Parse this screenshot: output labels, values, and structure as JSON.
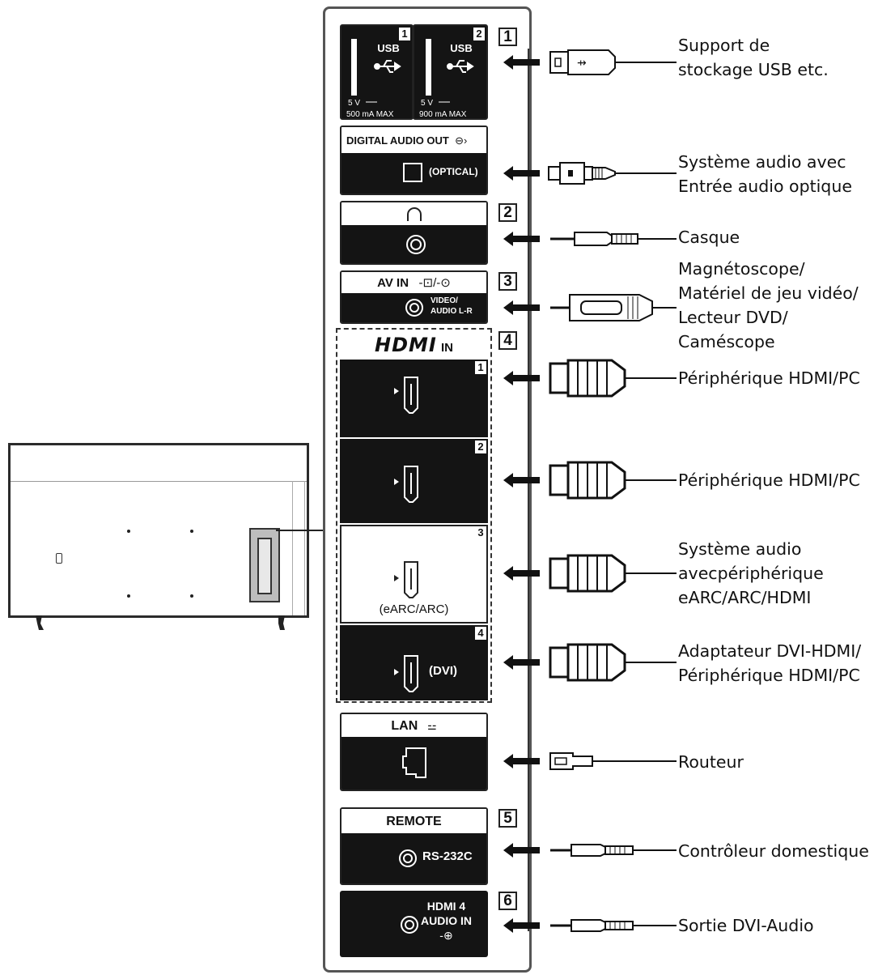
{
  "ports": {
    "usb1": {
      "title": "USB",
      "number": "1",
      "rating_v": "5 V",
      "rating_a": "500 mA MAX"
    },
    "usb2": {
      "title": "USB",
      "number": "2",
      "rating_v": "5 V",
      "rating_a": "900 mA MAX"
    },
    "digital_audio": {
      "title": "DIGITAL AUDIO OUT",
      "sub": "(OPTICAL)"
    },
    "av_in": {
      "title": "AV IN",
      "sub_line1": "VIDEO/",
      "sub_line2": "AUDIO L-R"
    },
    "hdmi_in": {
      "logo": "HDMI",
      "suffix": "IN"
    },
    "hdmi1": {
      "number": "1"
    },
    "hdmi2": {
      "number": "2"
    },
    "hdmi3": {
      "number": "3",
      "sub": "(eARC/ARC)"
    },
    "hdmi4": {
      "number": "4",
      "sub": "(DVI)"
    },
    "lan": {
      "title": "LAN"
    },
    "remote": {
      "title": "REMOTE",
      "sub": "RS-232C"
    },
    "hdmi4_audio": {
      "line1": "HDMI 4",
      "line2": "AUDIO IN"
    }
  },
  "callouts": [
    "1",
    "2",
    "3",
    "4",
    "5",
    "6"
  ],
  "labels": {
    "usb": [
      "Support de",
      "stockage USB etc."
    ],
    "optical": [
      "Système audio avec",
      "Entrée audio optique"
    ],
    "headphones": [
      "Casque"
    ],
    "av": [
      "Magnétoscope/",
      "Matériel de jeu vidéo/",
      "Lecteur DVD/",
      "Caméscope"
    ],
    "hdmi1": [
      "Périphérique HDMI/PC"
    ],
    "hdmi2": [
      "Périphérique HDMI/PC"
    ],
    "hdmi3": [
      "Système audio",
      "avecpériphérique",
      "eARC/ARC/HDMI"
    ],
    "hdmi4": [
      "Adaptateur DVI-HDMI/",
      "Périphérique HDMI/PC"
    ],
    "lan": [
      "Routeur"
    ],
    "remote": [
      "Contrôleur domestique"
    ],
    "dvi_audio": [
      "Sortie DVI-Audio"
    ]
  },
  "icons": [
    "usb-icon",
    "optical-out-icon",
    "headphones-icon",
    "av-input-icon",
    "hdmi-port-icon",
    "lan-network-icon",
    "rs232c-jack-icon",
    "audio-in-icon"
  ]
}
